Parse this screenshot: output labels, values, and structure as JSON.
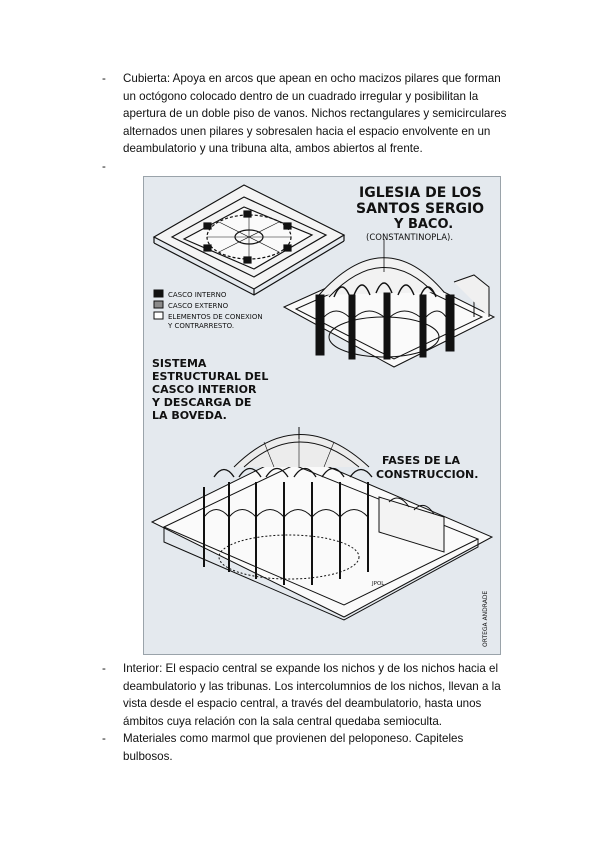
{
  "bullets": [
    {
      "dash": "-",
      "lines": [
        "Cubierta: Apoya en arcos que apean en ocho macizos pilares que forman",
        "un octógono colocado dentro de un cuadrado irregular y posibilitan la",
        "apertura de un doble piso de vanos. Nichos rectangulares y semicirculares",
        "alternados unen pilares y sobresalen hacia el espacio envolvente en un",
        "deambulatorio y una tribuna alta, ambos abiertos al frente."
      ]
    },
    {
      "dash": "-",
      "lines": []
    },
    {
      "dash": "-",
      "lines": [
        "Interior: El espacio central se expande los nichos y de los nichos hacia el",
        "deambulatorio y las tribunas. Los intercolumnios de los nichos, llevan a la",
        "vista desde el espacio central, a través del deambulatorio, hasta unos",
        "ámbitos cuya relación con la sala central quedaba semioculta."
      ]
    },
    {
      "dash": "-",
      "lines": [
        "Materiales como marmol que provienen del peloponeso. Capiteles",
        "bulbosos."
      ]
    }
  ],
  "figure": {
    "title_lines": [
      "IGLESIA DE LOS",
      "SANTOS SERGIO",
      "Y BACO."
    ],
    "location": "(CONSTANTINOPLA).",
    "legend": [
      {
        "label": "CASCO INTERNO",
        "swatch": "#111111"
      },
      {
        "label": "CASCO EXTERNO",
        "swatch": "#8a8a8a"
      },
      {
        "label": "ELEMENTOS DE CONEXION",
        "swatch": "#ffffff"
      },
      {
        "label": "Y CONTRARRESTO.",
        "swatch": ""
      }
    ],
    "caption_structure": [
      "SISTEMA",
      "ESTRUCTURAL DEL",
      "CASCO INTERIOR",
      "Y DESCARGA DE",
      "LA BOVEDA."
    ],
    "caption_phases": [
      "FASES DE LA",
      "CONSTRUCCION."
    ],
    "signature": "ORTEGA ANDRADE",
    "sketch_note": "JPOL"
  }
}
